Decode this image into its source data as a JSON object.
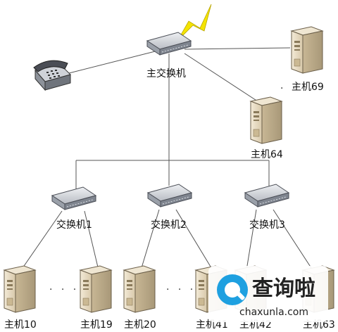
{
  "main_switch": {
    "label": "主交换机"
  },
  "switches": [
    {
      "label": "交换机1"
    },
    {
      "label": "交换机2"
    },
    {
      "label": "交换机3"
    }
  ],
  "hosts": {
    "h69": "主机69",
    "h64": "主机64",
    "h10": "主机10",
    "h19": "主机19",
    "h20": "主机20",
    "h41": "主机41",
    "h42": "主机42",
    "h63": "主机63"
  },
  "ellipsis": {
    "top": ". .",
    "group1": "· · ·",
    "group2": "· · ·"
  },
  "watermark": {
    "title": "查询啦",
    "url": "chaxunla.com",
    "accent": "#1ea0e0"
  },
  "colors": {
    "line": "#555555",
    "lightning": "#f4e400",
    "server": "#e8dcc4",
    "switch": "#c9ccd2"
  }
}
